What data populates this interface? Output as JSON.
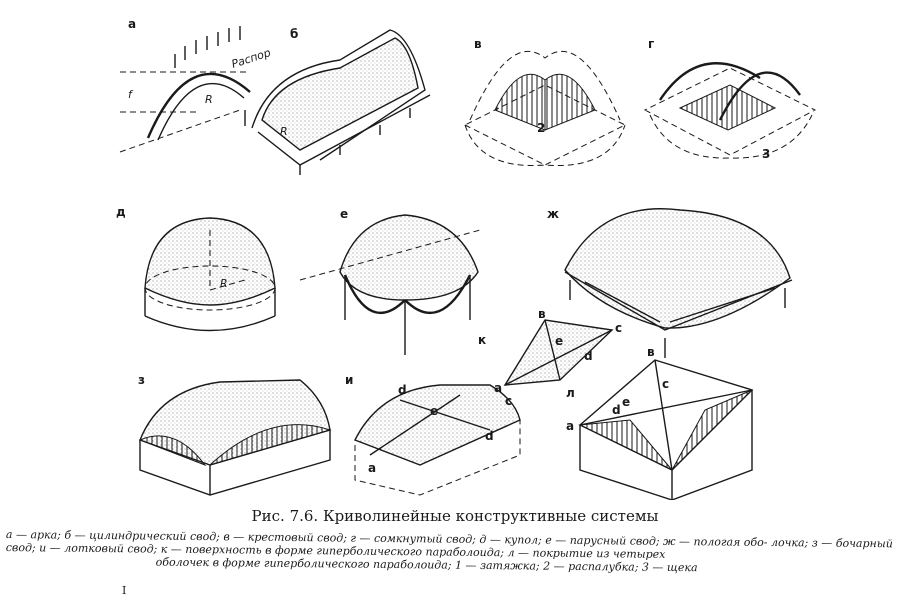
{
  "labels": {
    "a": "а",
    "b": "б",
    "v": "в",
    "g": "г",
    "d": "д",
    "e": "е",
    "zh": "ж",
    "z": "з",
    "i": "и",
    "k": "к",
    "l": "л"
  },
  "annotations": {
    "raspor": "Распор",
    "radius": "R",
    "f": "f",
    "num2": "2",
    "num3": "3",
    "pt_a": "a",
    "pt_b": "в",
    "pt_c": "c",
    "pt_d": "d",
    "pt_e": "e"
  },
  "caption": {
    "title": "Рис. 7.6. Криволинейные конструктивные системы",
    "line1": "а — арка; б — цилиндрический свод; в — крестовый свод; г — сомкнутый свод; д — купол; е — парусный свод; ж — пологая обо- лочка; з — бочарный свод; и — лотковый свод; к — поверхность в форме гиперболического параболоида; л — покрытие из четырех",
    "line2": "оболочек в форме гиперболического параболоида; 1 — затяжка; 2 — распалубка; 3 — щека"
  },
  "page_number": "I"
}
